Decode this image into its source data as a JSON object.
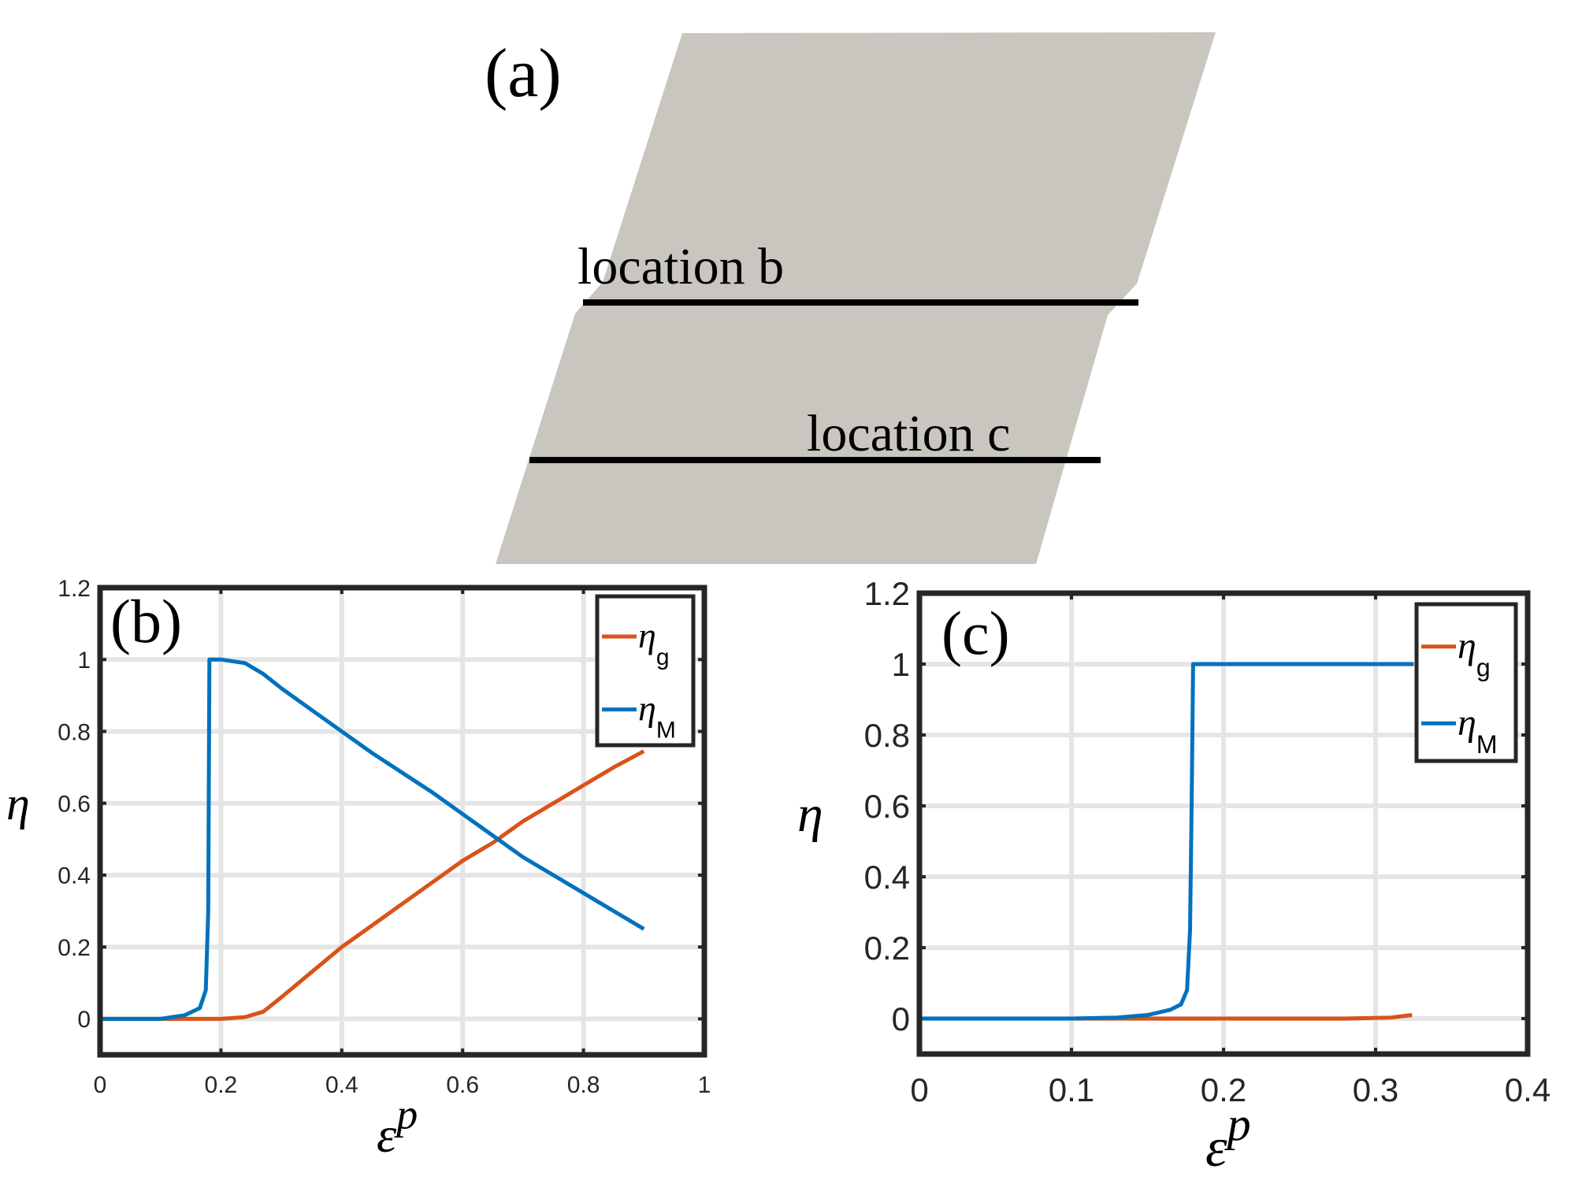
{
  "colors": {
    "eta_g": "#D95319",
    "eta_M": "#0072BD",
    "grid": "#E5E5E5",
    "axis": "#262626",
    "specimen_fill": "#C8C6BE",
    "section_line": "#000000"
  },
  "panel_a": {
    "label": "(a)",
    "location_b": "location b",
    "location_c": "location c"
  },
  "chart_data": [
    {
      "panel": "(b)",
      "type": "line",
      "title": "",
      "xlabel": "ε^p",
      "ylabel": "η",
      "xlim": [
        0,
        1
      ],
      "ylim": [
        -0.1,
        1.2
      ],
      "xticks": [
        0,
        0.2,
        0.4,
        0.6,
        0.8,
        1
      ],
      "xtick_labels": [
        "0",
        "0.2",
        "0.4",
        "0.6",
        "0.8",
        "1"
      ],
      "yticks": [
        0,
        0.2,
        0.4,
        0.6,
        0.8,
        1,
        1.2
      ],
      "ytick_labels": [
        "0",
        "0.2",
        "0.4",
        "0.6",
        "0.8",
        "1",
        "1.2"
      ],
      "grid": true,
      "legend_position": "upper right",
      "series": [
        {
          "name": "η_g",
          "color": "#D95319",
          "x": [
            0,
            0.1,
            0.2,
            0.24,
            0.27,
            0.3,
            0.35,
            0.4,
            0.45,
            0.5,
            0.55,
            0.6,
            0.65,
            0.7,
            0.75,
            0.8,
            0.85,
            0.9
          ],
          "y": [
            0,
            0,
            0,
            0.005,
            0.02,
            0.06,
            0.13,
            0.2,
            0.26,
            0.32,
            0.38,
            0.44,
            0.49,
            0.55,
            0.6,
            0.65,
            0.7,
            0.745
          ]
        },
        {
          "name": "η_M",
          "color": "#0072BD",
          "x": [
            0,
            0.1,
            0.14,
            0.165,
            0.175,
            0.179,
            0.181,
            0.2,
            0.24,
            0.27,
            0.3,
            0.35,
            0.4,
            0.45,
            0.5,
            0.55,
            0.6,
            0.65,
            0.7,
            0.75,
            0.8,
            0.85,
            0.9
          ],
          "y": [
            0,
            0,
            0.01,
            0.03,
            0.08,
            0.3,
            1.0,
            1.0,
            0.99,
            0.96,
            0.92,
            0.86,
            0.8,
            0.74,
            0.685,
            0.63,
            0.57,
            0.51,
            0.45,
            0.4,
            0.35,
            0.3,
            0.25
          ]
        }
      ]
    },
    {
      "panel": "(c)",
      "type": "line",
      "title": "",
      "xlabel": "ε^p",
      "ylabel": "η",
      "xlim": [
        0,
        0.4
      ],
      "ylim": [
        -0.1,
        1.2
      ],
      "xticks": [
        0,
        0.1,
        0.2,
        0.3,
        0.4
      ],
      "xtick_labels": [
        "0",
        "0.1",
        "0.2",
        "0.3",
        "0.4"
      ],
      "yticks": [
        0,
        0.2,
        0.4,
        0.6,
        0.8,
        1,
        1.2
      ],
      "ytick_labels": [
        "0",
        "0.2",
        "0.4",
        "0.6",
        "0.8",
        "1",
        "1.2"
      ],
      "grid": true,
      "legend_position": "upper right",
      "series": [
        {
          "name": "η_g",
          "color": "#D95319",
          "x": [
            0,
            0.1,
            0.2,
            0.28,
            0.31,
            0.324
          ],
          "y": [
            0,
            0,
            0,
            0,
            0.003,
            0.01
          ]
        },
        {
          "name": "η_M",
          "color": "#0072BD",
          "x": [
            0,
            0.1,
            0.13,
            0.15,
            0.165,
            0.172,
            0.176,
            0.178,
            0.179,
            0.18,
            0.25,
            0.325
          ],
          "y": [
            0,
            0,
            0.003,
            0.01,
            0.025,
            0.04,
            0.08,
            0.25,
            0.6,
            1.0,
            1.0,
            1.0
          ]
        }
      ]
    }
  ],
  "legend": {
    "eta_g": {
      "symbol": "η",
      "sub": "g"
    },
    "eta_M": {
      "symbol": "η",
      "sub": "M"
    }
  },
  "axis_labels": {
    "x_symbol": "ε",
    "x_sup": "p",
    "y_symbol": "η"
  }
}
